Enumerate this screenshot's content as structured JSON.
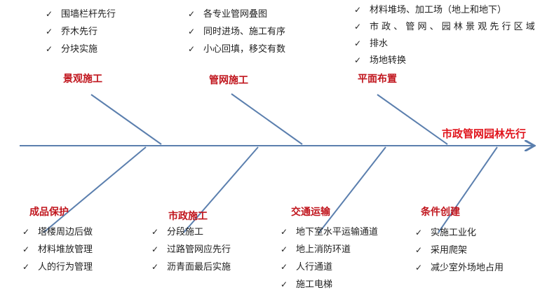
{
  "head": "市政管网园林先行",
  "colors": {
    "bone": "#5b7fae",
    "label": "#c0141c"
  },
  "check_icon": "✓",
  "top": [
    {
      "label": "景观施工",
      "items": [
        "围墙栏杆先行",
        "乔木先行",
        "分块实施"
      ]
    },
    {
      "label": "管网施工",
      "items": [
        "各专业管网叠图",
        "同时进场、施工有序",
        "小心回填，移交有数"
      ]
    },
    {
      "label": "平面布置",
      "items": [
        "材料堆场、加工场（地上和地下）",
        "市 政 、 管 网 、 园 林 景 观 先 行 区 域",
        "排水",
        "场地转换"
      ]
    }
  ],
  "bottom": [
    {
      "label": "成品保护",
      "items": [
        "塔楼周边后做",
        "材料堆放管理",
        "人的行为管理"
      ]
    },
    {
      "label": "市政施工",
      "items": [
        "分段施工",
        "过路管网应先行",
        "沥青面最后实施"
      ]
    },
    {
      "label": "交通运输",
      "items": [
        "地下室水平运输通道",
        "地上消防环道",
        "人行通道",
        "施工电梯"
      ]
    },
    {
      "label": "条件创建",
      "items": [
        "实施工业化",
        "采用爬架",
        "减少室外场地占用"
      ]
    }
  ]
}
